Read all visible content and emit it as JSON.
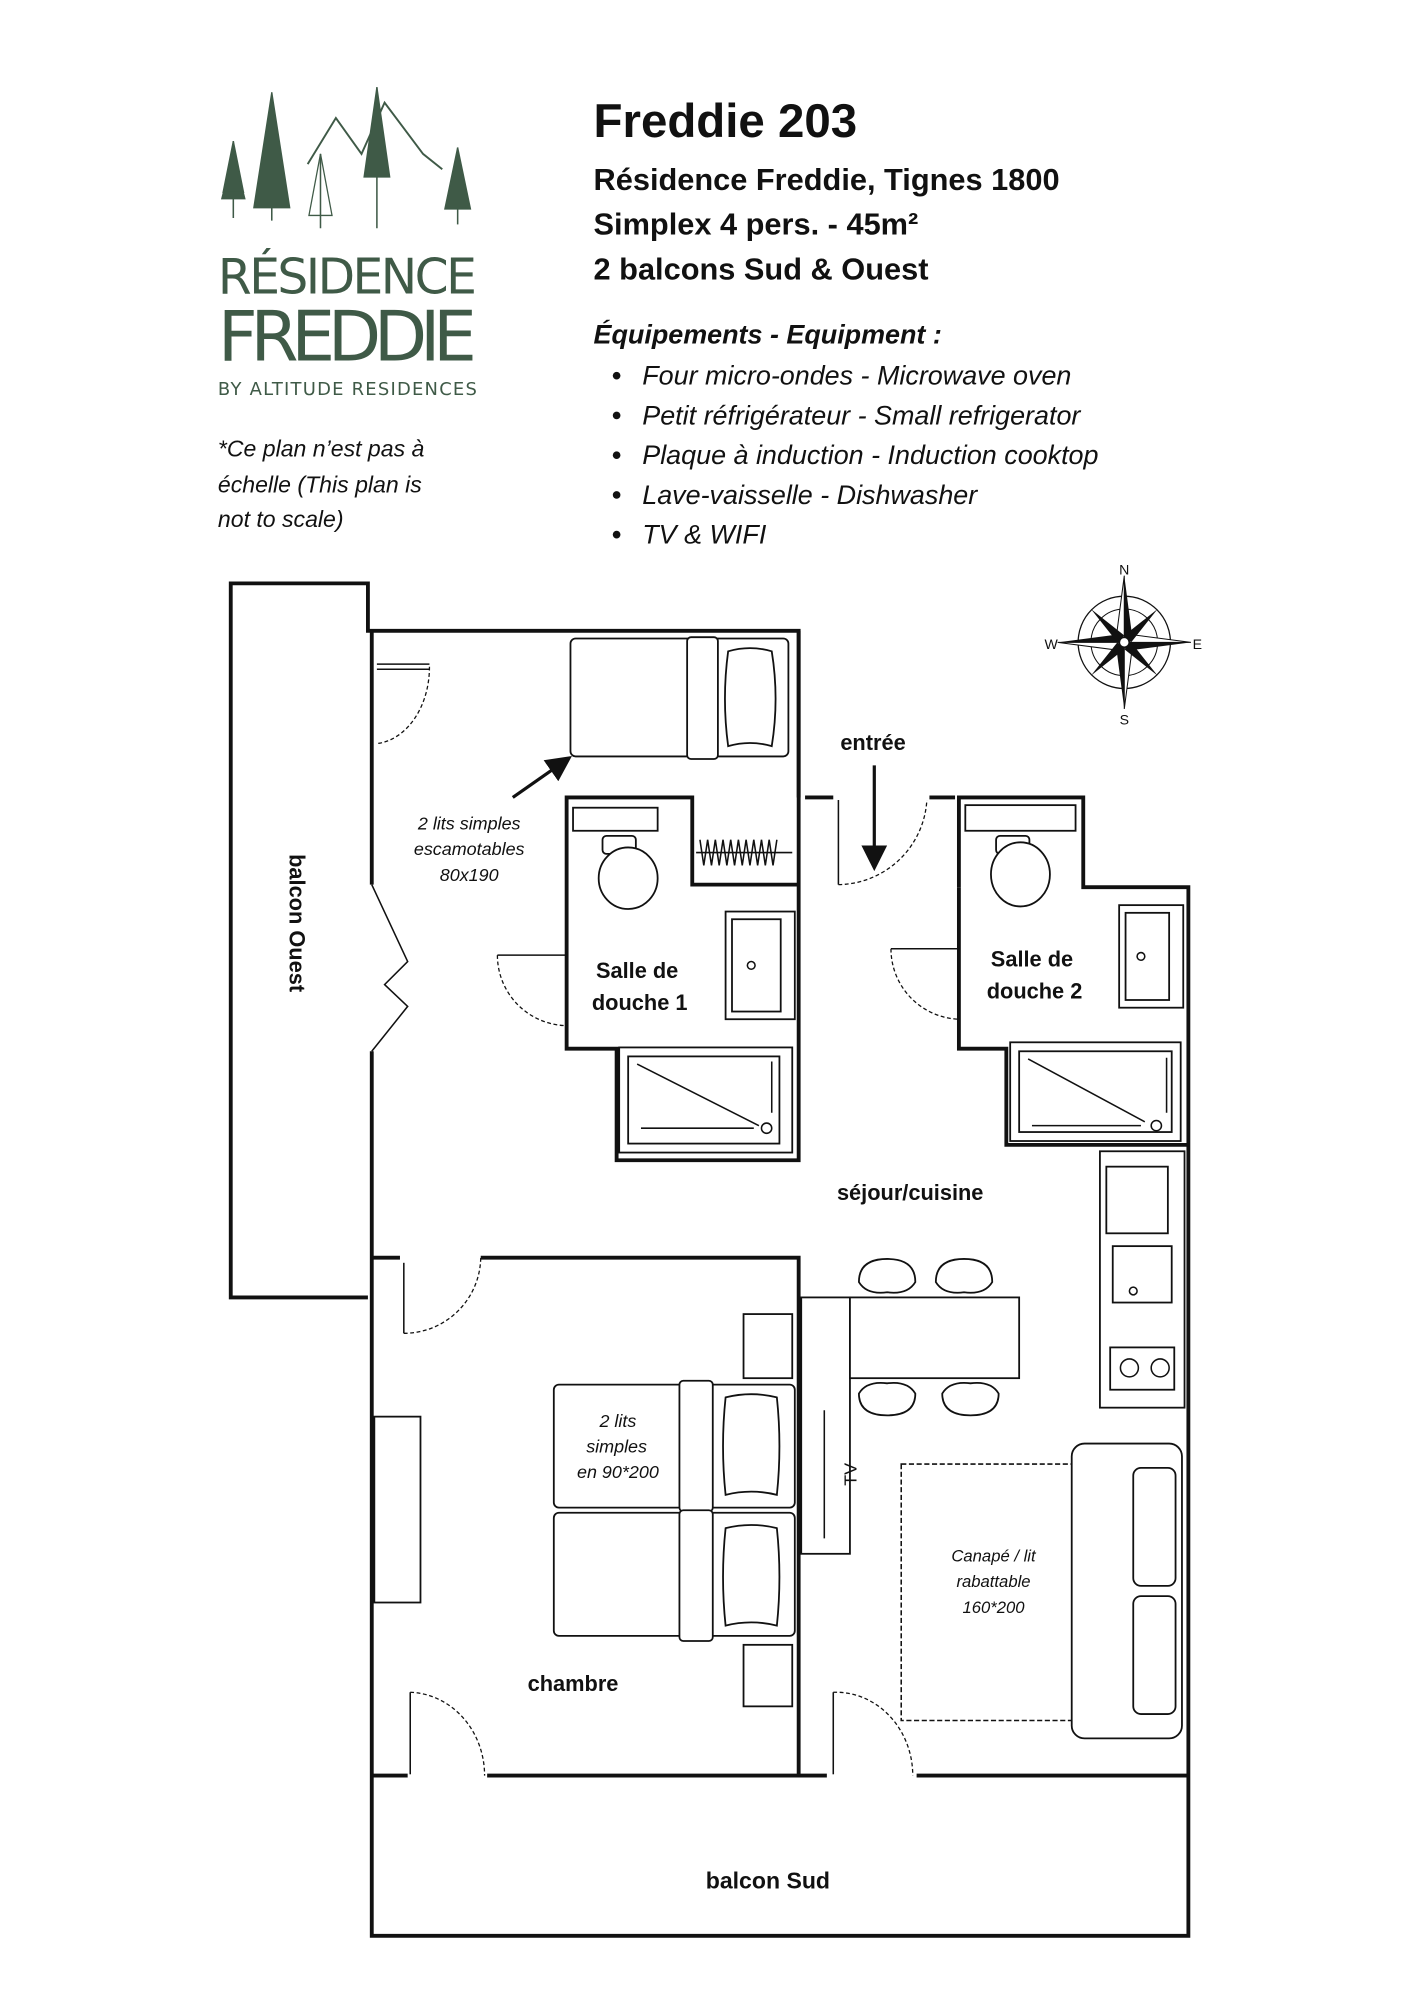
{
  "header": {
    "title": "Freddie 203",
    "subtitle_lines": [
      "Résidence Freddie, Tignes 1800",
      "Simplex 4 pers. - 45m²",
      "2 balcons Sud & Ouest"
    ],
    "equipment_heading": "Équipements - Equipment :",
    "equipment": [
      "Four micro-ondes - Microwave oven",
      "Petit réfrigérateur - Small refrigerator",
      "Plaque à induction - Induction cooktop",
      "Lave-vaisselle - Dishwasher",
      "TV & WIFI"
    ]
  },
  "logo": {
    "line1": "RÉSIDENCE",
    "line2": "FREDDIE",
    "line3": "BY ALTITUDE RESIDENCES",
    "color": "#3f5a47"
  },
  "note": [
    "*Ce plan n’est pas à",
    "échelle (This plan is",
    "not to scale)"
  ],
  "compass": {
    "n": "N",
    "s": "S",
    "e": "E",
    "w": "W"
  },
  "plan": {
    "balcon_ouest": "balcon Ouest",
    "balcon_sud": "balcon Sud",
    "entree": "entrée",
    "sdd1": [
      "Salle de",
      "douche 1"
    ],
    "sdd2": [
      "Salle de",
      "douche 2"
    ],
    "sejour": "séjour/cuisine",
    "chambre": "chambre",
    "lits_escamotables": [
      "2 lits simples",
      "escamotables",
      "80x190"
    ],
    "lits_chambre": [
      "2 lits",
      "simples",
      "en 90*200"
    ],
    "canape": [
      "Canapé / lit",
      "rabattable",
      "160*200"
    ],
    "tv": "TV"
  }
}
